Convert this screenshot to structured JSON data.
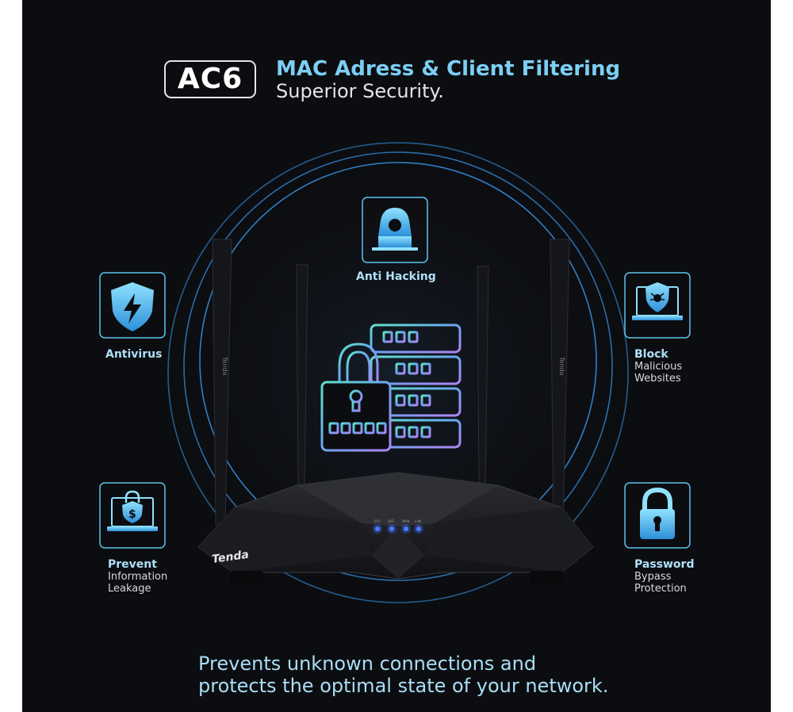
{
  "badge": "AC6",
  "headline": "MAC Adress & Client Filtering",
  "subheadline": "Superior Security.",
  "features": {
    "anti_hacking": {
      "title": "Anti Hacking",
      "icon": "hacker-laptop-icon"
    },
    "antivirus": {
      "title": "Antivirus",
      "icon": "shield-lightning-icon"
    },
    "block": {
      "title": "Block",
      "line1": "Malicious",
      "line2": "Websites",
      "icon": "laptop-bug-shield-icon"
    },
    "prevent": {
      "title": "Prevent",
      "line1": "Information",
      "line2": "Leakage",
      "icon": "laptop-dollar-lock-icon"
    },
    "password": {
      "title": "Password",
      "line1": "Bypass",
      "line2": "Protection",
      "icon": "padlock-icon"
    }
  },
  "router": {
    "brand": "Tenda",
    "leds": [
      "SYS",
      "WiFi",
      "WAN",
      "LAN"
    ]
  },
  "tagline": {
    "line1": "Prevents unknown connections and",
    "line2": "protects the optimal state of your network."
  },
  "colors": {
    "accent": "#7ccff4",
    "background": "#0c0d10",
    "icon_stroke": "#5cc4ee",
    "led": "#3c6bff"
  }
}
